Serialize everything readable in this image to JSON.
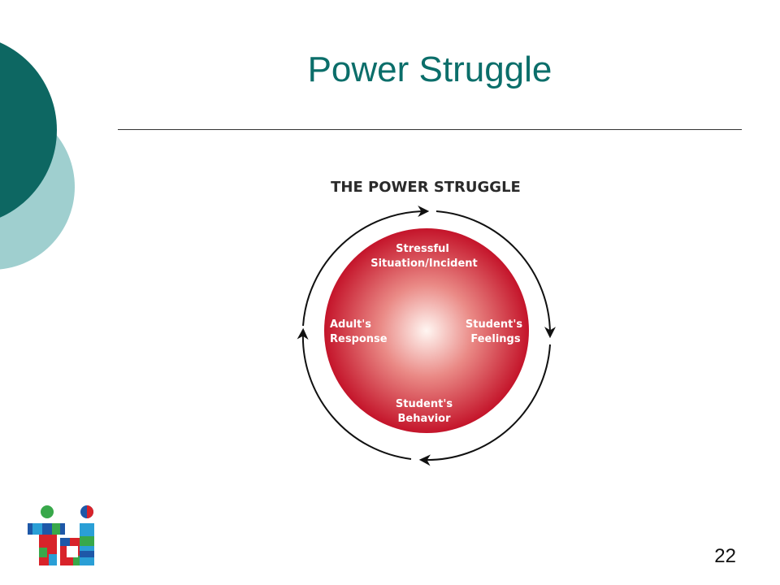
{
  "slide": {
    "title": "Power Struggle",
    "page_number": "22"
  },
  "diagram": {
    "heading": "THE POWER STRUGGLE",
    "nodes": {
      "top": [
        "Stressful",
        "Situation/Incident"
      ],
      "right": [
        "Student's",
        "Feelings"
      ],
      "bottom": [
        "Student's",
        "Behavior"
      ],
      "left": [
        "Adult's",
        "Response"
      ]
    }
  },
  "colors": {
    "title": "#0b6e6a",
    "deco_dark": "#0d6762",
    "deco_light": "#9fcfcf",
    "circle_outer": "#c4142a",
    "circle_inner": "#fff6f2"
  }
}
